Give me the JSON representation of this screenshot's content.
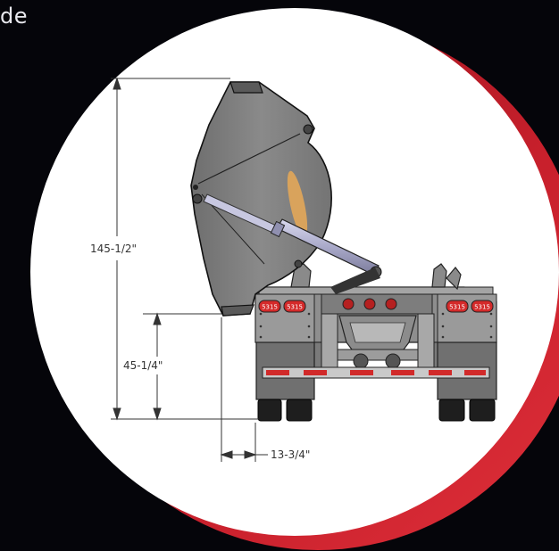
{
  "header": {
    "partial_text": "de"
  },
  "dimensions": {
    "overall_height": "145-1/2\"",
    "side_height": "45-1/4\"",
    "offset": "13-3/4\""
  },
  "tail_lights": [
    "5315",
    "5315",
    "5315",
    "5315"
  ],
  "colors": {
    "background": "#05050a",
    "circle": "#ffffff",
    "accent_red": "#c8202c",
    "body_gray": "#7a7a7a",
    "frame_gray": "#9a9a9a",
    "light_red": "#d42a2a",
    "cylinder": "#a9a9c9"
  }
}
